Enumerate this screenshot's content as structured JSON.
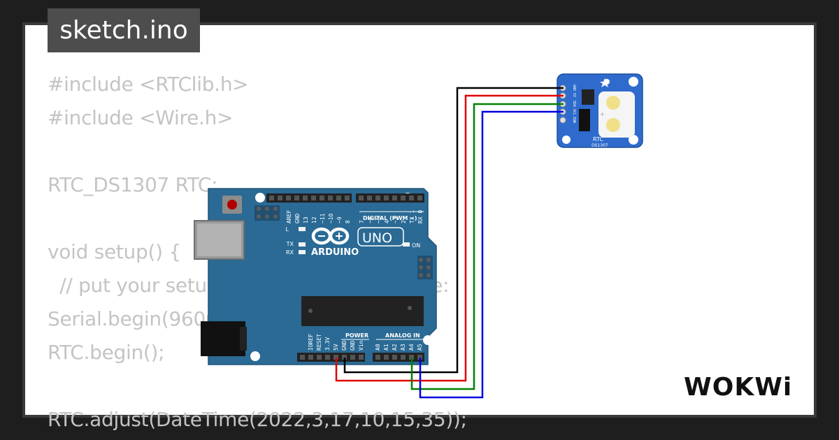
{
  "title": "sketch.ino",
  "code_lines": [
    "#include <RTClib.h>",
    "#include <Wire.h>",
    "",
    "RTC_DS1307 RTC;",
    "",
    "void setup() {",
    "  // put your setup code here, to run once:",
    "Serial.begin(9600);",
    "RTC.begin();",
    "",
    "RTC.adjust(DateTime(2022,3,17,10,15,35));"
  ],
  "arduino": {
    "brand": "ARDUINO",
    "model": "UNO",
    "digital_header": "DIGITAL (PWM ~)",
    "power_header": "POWER",
    "analog_header": "ANALOG IN",
    "on_label": "ON",
    "led_labels": [
      "L",
      "TX",
      "RX"
    ],
    "digital_pins": [
      "AREF",
      "GND",
      "13",
      "12",
      "~11",
      "~10",
      "~9",
      "8",
      "7",
      "~6",
      "~5",
      "4",
      "~3",
      "2",
      "TX 1",
      "RX 0"
    ],
    "power_pins": [
      "IOREF",
      "RESET",
      "3.3V",
      "5V",
      "GND",
      "GND",
      "Vin"
    ],
    "analog_pins": [
      "A0",
      "A1",
      "A2",
      "A3",
      "A4",
      "A5"
    ]
  },
  "rtc_module": {
    "label": "RTC",
    "chip": "DS1307",
    "pins": [
      "GND",
      "5V",
      "SDA",
      "SCL",
      "SQW"
    ]
  },
  "wires": [
    {
      "from": "GND",
      "to": "GND",
      "color": "#000000"
    },
    {
      "from": "5V",
      "to": "5V",
      "color": "#e00000"
    },
    {
      "from": "SDA",
      "to": "A4",
      "color": "#008000"
    },
    {
      "from": "SCL",
      "to": "A5",
      "color": "#0000e0"
    }
  ],
  "logo": "WOKWi",
  "colors": {
    "board": "#2a6a95",
    "rtc_board": "#2e6bcc",
    "badge": "#4d4d4d",
    "code": "#c4c4c4"
  }
}
